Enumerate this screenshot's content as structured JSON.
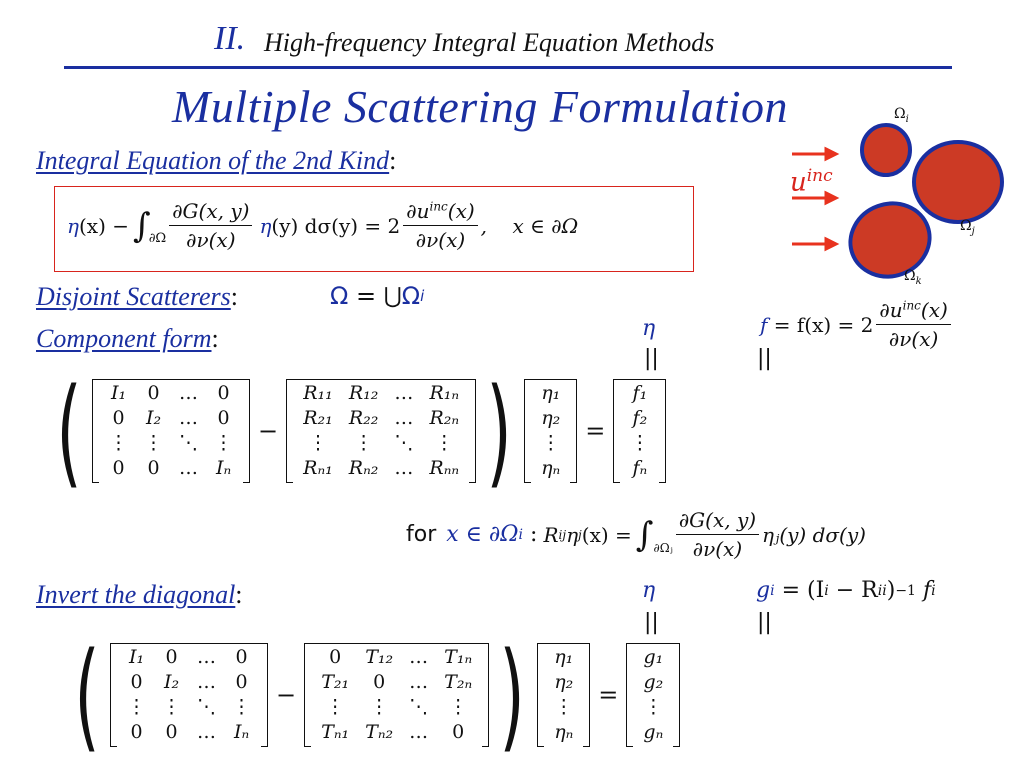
{
  "header": {
    "section_roman": "II.",
    "section_title": "High-frequency Integral Equation Methods"
  },
  "slide": {
    "title": "Multiple Scattering Formulation"
  },
  "sections": {
    "integral_eq": "Integral Equation of the 2nd Kind",
    "disjoint": "Disjoint Scatterers",
    "component": "Component form",
    "invert": "Invert the diagonal",
    "colon": ":"
  },
  "equation_main": {
    "lhs_eta": "η(x) −",
    "integral": "∫",
    "integral_sub": "∂Ω",
    "frac1_num": "∂G(x, y)",
    "frac1_den": "∂ν(x)",
    "eta_y": "η(y) dσ(y) = 2",
    "frac2_num": "∂u",
    "frac2_sup": "inc",
    "frac2_num_tail": "(x)",
    "frac2_den": "∂ν(x)",
    "condition": ",    x ∈ ∂Ω"
  },
  "disjoint_eq": {
    "omega": "Ω",
    "eq": " = ",
    "union": "⋃",
    "omega_i": "Ω",
    "sub_i": "i"
  },
  "component_labels": {
    "eta": "η",
    "f": "f",
    "f_def": " = f(x) = 2",
    "f_frac_num": "∂u",
    "f_frac_sup": "inc",
    "f_frac_num_tail": "(x)",
    "f_frac_den": "∂ν(x)",
    "parallel": "||"
  },
  "matrix_I": [
    [
      "I₁",
      "0",
      "…",
      "0"
    ],
    [
      "0",
      "I₂",
      "…",
      "0"
    ],
    [
      "⋮",
      "⋮",
      "⋱",
      "⋮"
    ],
    [
      "0",
      "0",
      "…",
      "Iₙ"
    ]
  ],
  "matrix_R": [
    [
      "R₁₁",
      "R₁₂",
      "…",
      "R₁ₙ"
    ],
    [
      "R₂₁",
      "R₂₂",
      "…",
      "R₂ₙ"
    ],
    [
      "⋮",
      "⋮",
      "⋱",
      "⋮"
    ],
    [
      "Rₙ₁",
      "Rₙ₂",
      "…",
      "Rₙₙ"
    ]
  ],
  "vec_eta": [
    "η₁",
    "η₂",
    "⋮",
    "ηₙ"
  ],
  "vec_f": [
    "f₁",
    "f₂",
    "⋮",
    "fₙ"
  ],
  "operators": {
    "minus": "−",
    "equals": "="
  },
  "for_line": {
    "for": "for",
    "x_in": "x ∈ ∂Ω",
    "x_in_sub": "i",
    "colon": " :",
    "rij": "R",
    "rij_sub": "ij",
    "eta_j": "η",
    "eta_j_sub": "j",
    "eq_int": "(x) =",
    "integral": "∫",
    "integral_sub": "∂Ωⱼ",
    "frac_num": "∂G(x, y)",
    "frac_den": "∂ν(x)",
    "tail": "ηⱼ(y) dσ(y)"
  },
  "invert_labels": {
    "eta": "η",
    "g": "g",
    "g_sub": "i",
    "g_def": " = (I",
    "g_def_i": "i",
    "g_def_mid": " − R",
    "g_def_ii": "ii",
    "g_def_tail": ")",
    "g_def_exp": "−1",
    "g_def_f": " f",
    "g_def_fi": "i",
    "parallel": "||"
  },
  "matrix_T": [
    [
      "0",
      "T₁₂",
      "…",
      "T₁ₙ"
    ],
    [
      "T₂₁",
      "0",
      "…",
      "T₂ₙ"
    ],
    [
      "⋮",
      "⋮",
      "⋱",
      "⋮"
    ],
    [
      "Tₙ₁",
      "Tₙ₂",
      "…",
      "0"
    ]
  ],
  "vec_g": [
    "g₁",
    "g₂",
    "⋮",
    "gₙ"
  ],
  "figure": {
    "u_inc": "u",
    "u_inc_sup": "inc",
    "omega_i": "Ω",
    "omega_i_sub": "i",
    "omega_j": "Ω",
    "omega_j_sub": "j",
    "omega_k": "Ω",
    "omega_k_sub": "k",
    "colors": {
      "scatterer_fill": "#cc3a25",
      "scatterer_stroke": "#1a2fa0",
      "arrow": "#e8321e"
    }
  },
  "colors": {
    "accent_blue": "#1a2fa0",
    "box_red": "#d8241d"
  }
}
